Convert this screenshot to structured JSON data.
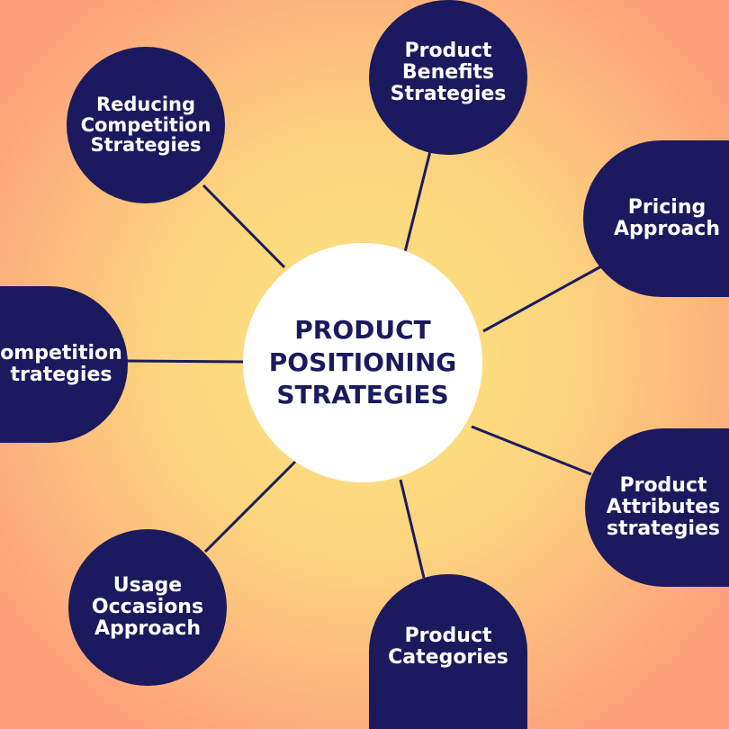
{
  "center": {
    "lines": [
      "PRODUCT",
      "POSITIONING",
      "STRATEGIES"
    ]
  },
  "nodes": [
    {
      "id": "product-benefits",
      "lines": [
        "Product",
        "Benefits",
        "Strategies"
      ]
    },
    {
      "id": "pricing",
      "lines": [
        "Pricing",
        "Approach"
      ]
    },
    {
      "id": "product-attributes",
      "lines": [
        "Product",
        "Attributes",
        "strategies"
      ]
    },
    {
      "id": "product-categories",
      "lines": [
        "Product",
        "Categories"
      ]
    },
    {
      "id": "usage-occasions",
      "lines": [
        "Usage",
        "Occasions",
        "Approach"
      ]
    },
    {
      "id": "competition",
      "lines": [
        "ompetition",
        "trategies"
      ]
    },
    {
      "id": "reducing-competition",
      "lines": [
        "Reducing",
        "Competition",
        "Strategies"
      ]
    }
  ],
  "colors": {
    "node_fill": "#1c1a5e",
    "center_fill": "#ffffff",
    "center_text": "#1c1a5e",
    "node_text": "#ffffff"
  }
}
